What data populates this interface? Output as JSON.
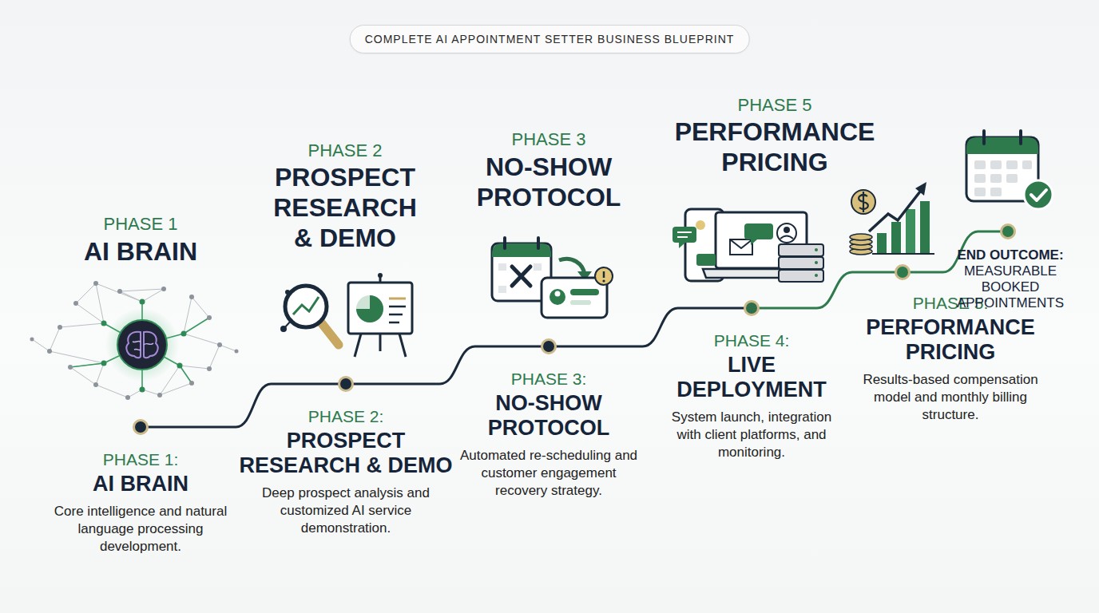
{
  "diagram": {
    "title": "COMPLETE AI APPOINTMENT SETTER BUSINESS BLUEPRINT",
    "nodes": [
      {
        "text": [
          "PHASE 1:",
          "AI BRAIN",
          "Core intelligence and natural language processing development."
        ]
      },
      {
        "text": [
          "PHASE 2:",
          "PROSPECT RESEARCH & DEMO",
          "Deep prospect analysis and customized AI service demonstration."
        ]
      },
      {
        "text": [
          "PHASE 3:",
          "NO-SHOW PROTOCOL",
          "Automated re-scheduling and customer engagement recovery strategy."
        ]
      },
      {
        "text": [
          "PHASE 4:",
          "LIVE DEPLOYMENT",
          "System launch, integration with client platforms, and monitoring."
        ]
      },
      {
        "text": [
          "PHASE 5:",
          "PERFORMANCE PRICING",
          "Results-based compensation model and monthly billing structure."
        ]
      },
      {
        "text": [
          "END OUTCOME:",
          "MEASURABLE BOOKED APPOINTMENTS"
        ]
      }
    ],
    "edges": [
      {
        "from": 0,
        "to": 1,
        "arrow": "none"
      },
      {
        "from": 1,
        "to": 2,
        "arrow": "none"
      },
      {
        "from": 2,
        "to": 3,
        "arrow": "none"
      },
      {
        "from": 3,
        "to": 4,
        "arrow": "none"
      },
      {
        "from": 4,
        "to": 5,
        "arrow": "none"
      }
    ],
    "labels": [
      "PHASE 1",
      "AI BRAIN",
      "PHASE 2",
      "PROSPECT RESEARCH & DEMO",
      "PHASE 3",
      "NO-SHOW PROTOCOL",
      "PHASE 5",
      "PERFORMANCE PRICING"
    ]
  }
}
